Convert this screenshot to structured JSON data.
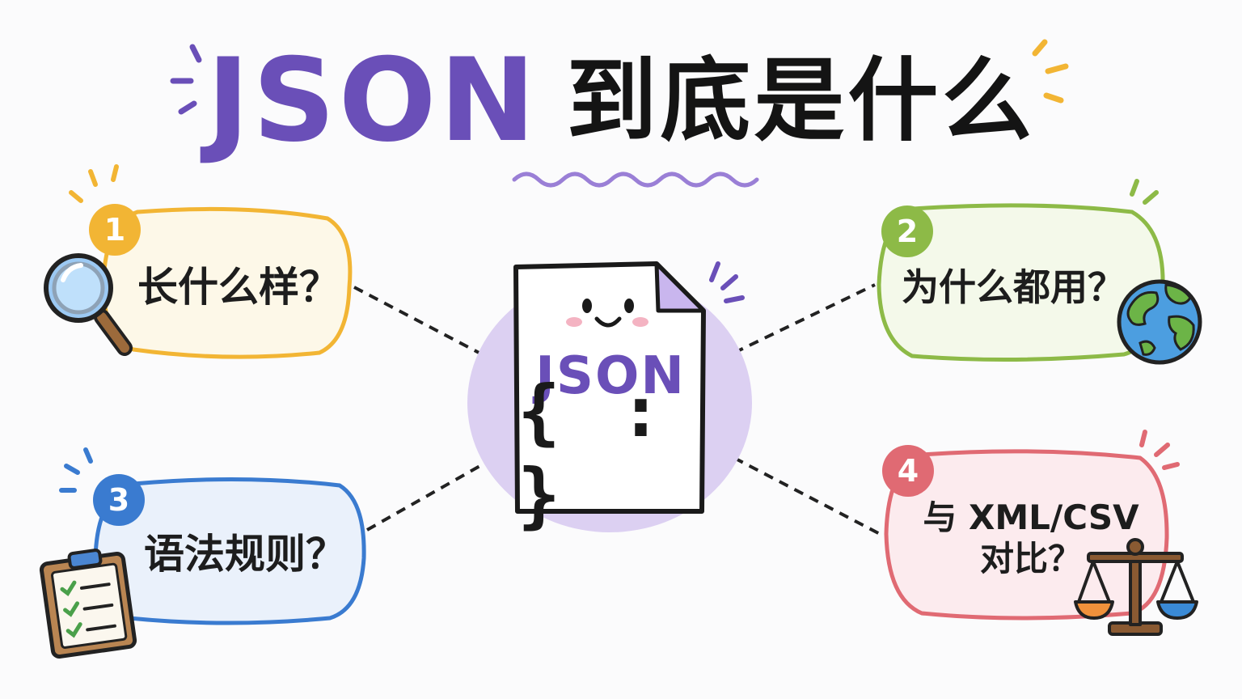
{
  "title": {
    "highlight": "JSON",
    "rest": "到底是什么"
  },
  "center": {
    "label": "JSON",
    "brace": "{ : }"
  },
  "questions": [
    {
      "number": "1",
      "text": "长什么样？",
      "icon": "magnifying-glass-icon",
      "color": "#f2b534",
      "fill": "#fdf8e8"
    },
    {
      "number": "2",
      "text": "为什么都用？",
      "icon": "globe-icon",
      "color": "#8dba47",
      "fill": "#f4f9ea"
    },
    {
      "number": "3",
      "text": "语法规则？",
      "icon": "clipboard-checklist-icon",
      "color": "#3a7bd0",
      "fill": "#eaf1fb"
    },
    {
      "number": "4",
      "text": "与 XML/CSV\n对比？",
      "icon": "balance-scale-icon",
      "color": "#e06a73",
      "fill": "#fcebee"
    }
  ],
  "colors": {
    "accent": "#6a4fb8",
    "center_blob": "#dcd0f2",
    "doc_fold": "#c9b6ee"
  }
}
